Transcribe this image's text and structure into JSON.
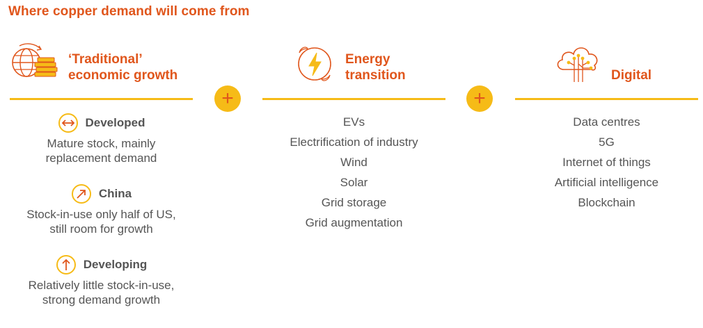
{
  "title": "Where copper demand will come from",
  "columns": [
    {
      "title_line1": "‘Traditional’",
      "title_line2": "economic growth",
      "icon": "globe-coins-icon",
      "regions": [
        {
          "name": "Developed",
          "icon": "bidirectional-arrow-icon",
          "desc_line1": "Mature stock, mainly",
          "desc_line2": "replacement demand"
        },
        {
          "name": "China",
          "icon": "diagonal-up-arrow-icon",
          "desc_line1": "Stock-in-use only half of US,",
          "desc_line2": "still room for growth"
        },
        {
          "name": "Developing",
          "icon": "up-arrow-icon",
          "desc_line1": "Relatively little stock-in-use,",
          "desc_line2": "strong demand growth"
        }
      ]
    },
    {
      "title_line1": "Energy",
      "title_line2": "transition",
      "icon": "lightning-bolt-icon",
      "items": [
        "EVs",
        "Electrification of industry",
        "Wind",
        "Solar",
        "Grid storage",
        "Grid augmentation"
      ]
    },
    {
      "title_line1": "Digital",
      "icon": "cloud-circuit-icon",
      "items": [
        "Data centres",
        "5G",
        "Internet of things",
        "Artificial intelligence",
        "Blockchain"
      ]
    }
  ],
  "plus_symbol": "+",
  "colors": {
    "accent": "#e0561c",
    "highlight": "#f6bb17",
    "text": "#555555"
  }
}
